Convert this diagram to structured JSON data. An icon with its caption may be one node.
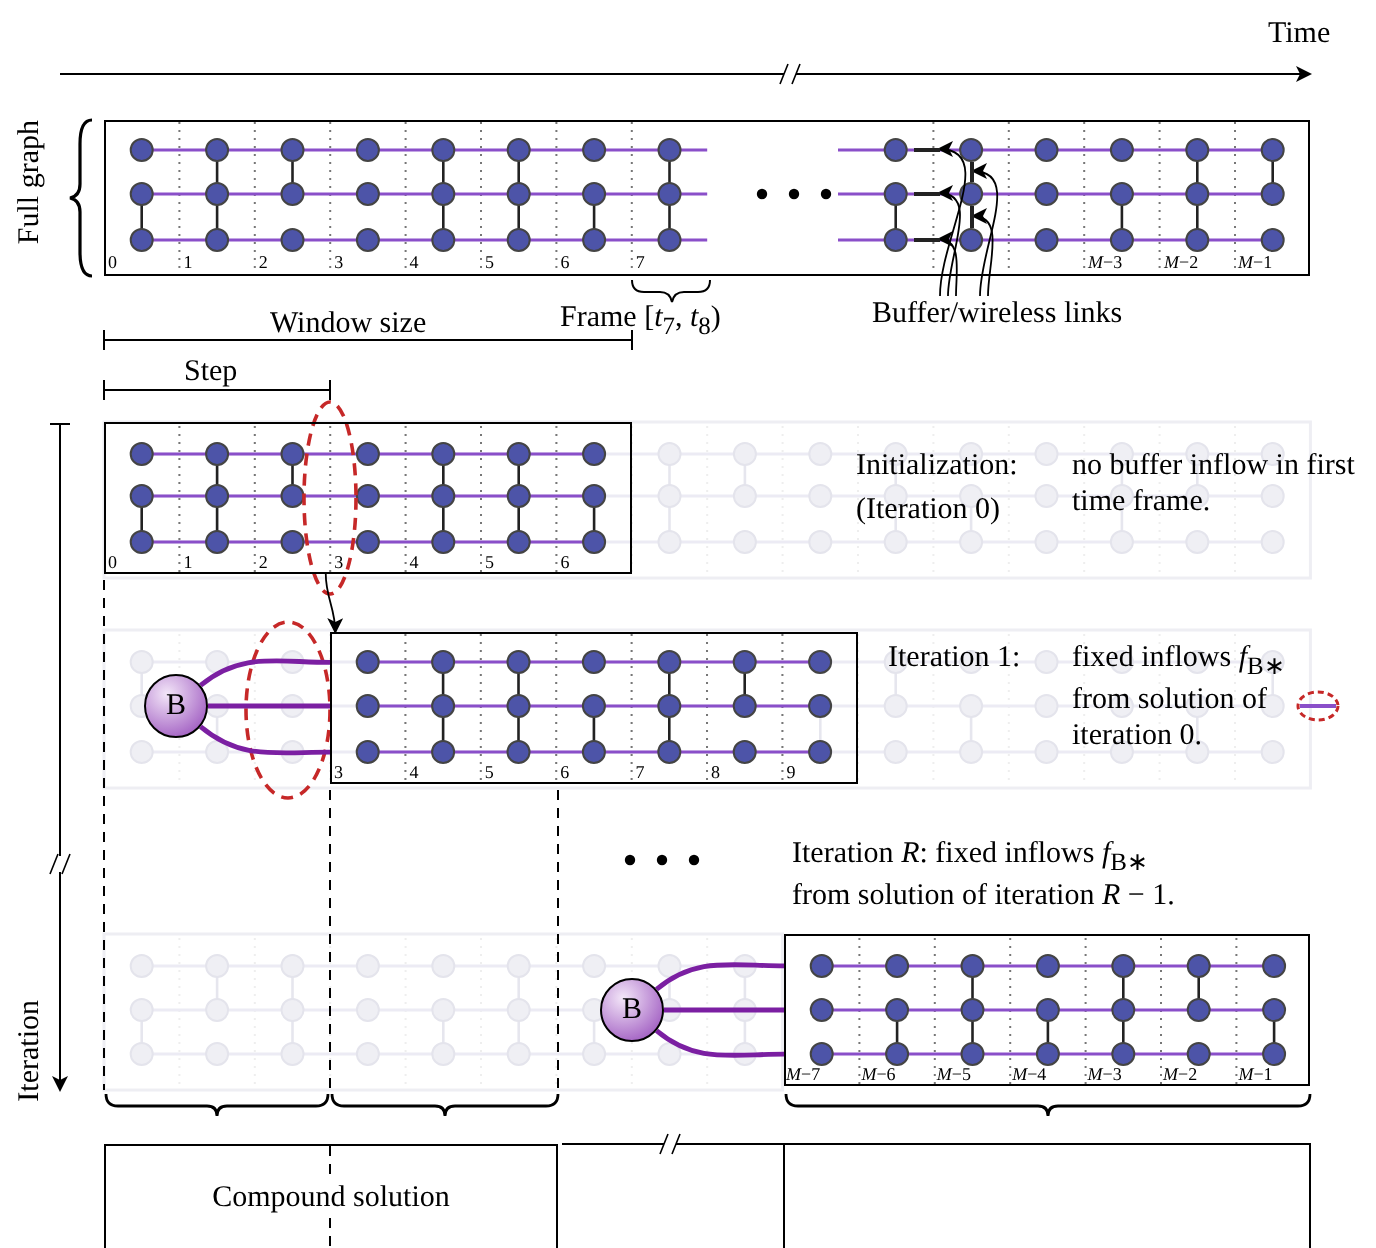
{
  "diagram": {
    "nodes": [
      {
        "text": [],
        "shape": "box",
        "beside": [
          "Frame [*t*$_{7}$, *t*$_{8}$)"
        ]
      },
      {
        "text": [
          "Buffer/wireless links"
        ]
      },
      {
        "text": [],
        "shape": "box"
      },
      {
        "text": [
          "B"
        ]
      },
      {
        "text": [],
        "shape": "box"
      },
      {
        "text": [
          "B"
        ]
      },
      {
        "text": [],
        "shape": "box"
      },
      {
        "text": [
          "Compound solution"
        ]
      },
      {
        "text": [],
        "shape": "bar",
        "in": 0
      },
      {
        "text": [],
        "shape": "bar",
        "in": 0
      },
      {
        "text": [],
        "shape": "bar",
        "in": 0
      },
      {
        "text": [],
        "shape": "bar",
        "in": 0
      },
      {
        "text": [],
        "shape": "bar",
        "in": 0
      }
    ],
    "edges": [
      {
        "from": 1,
        "to": 8,
        "arrow": "to"
      },
      {
        "from": 1,
        "to": 9,
        "arrow": "to"
      },
      {
        "from": 1,
        "to": 10,
        "arrow": "to"
      },
      {
        "from": 1,
        "to": 11,
        "arrow": "to"
      },
      {
        "from": 1,
        "to": 12,
        "arrow": "to"
      },
      {
        "from": 2,
        "to": 4,
        "arrow": "to"
      },
      {
        "from": 3,
        "to": 4,
        "arrow": "none",
        "style": "thick",
        "color": "#7b1fa2"
      },
      {
        "from": 3,
        "to": 4,
        "arrow": "none",
        "style": "thick",
        "color": "#7b1fa2"
      },
      {
        "from": 3,
        "to": 4,
        "arrow": "none",
        "style": "thick",
        "color": "#7b1fa2"
      },
      {
        "from": 5,
        "to": 6,
        "arrow": "none",
        "style": "thick",
        "color": "#7b1fa2"
      },
      {
        "from": 5,
        "to": 6,
        "arrow": "none",
        "style": "thick",
        "color": "#7b1fa2"
      },
      {
        "from": 5,
        "to": 6,
        "arrow": "none",
        "style": "thick",
        "color": "#7b1fa2"
      }
    ],
    "labels": [
      "Time",
      "Full graph",
      "0",
      "1",
      "2",
      "3",
      "4",
      "5",
      "6",
      "7",
      "*M*−3",
      "*M*−2",
      "*M*−1",
      "Window size",
      "Step",
      "0",
      "1",
      "2",
      "3",
      "4",
      "5",
      "6",
      "Initialization:",
      "(Iteration 0)",
      "no buffer inflow in first time frame.",
      "Iteration 1:",
      "fixed inflows *f*$_{B∗}$ from solution of iteration 0.",
      "3",
      "4",
      "5",
      "6",
      "7",
      "8",
      "9",
      "Iteration *R*: fixed inflows *f*$_{B∗}$ from solution of iteration *R* − 1.",
      "*M*−7",
      "*M*−6",
      "*M*−5",
      "*M*−4",
      "*M*−3",
      "*M*−2",
      "*M*−1",
      "Iteration"
    ]
  }
}
